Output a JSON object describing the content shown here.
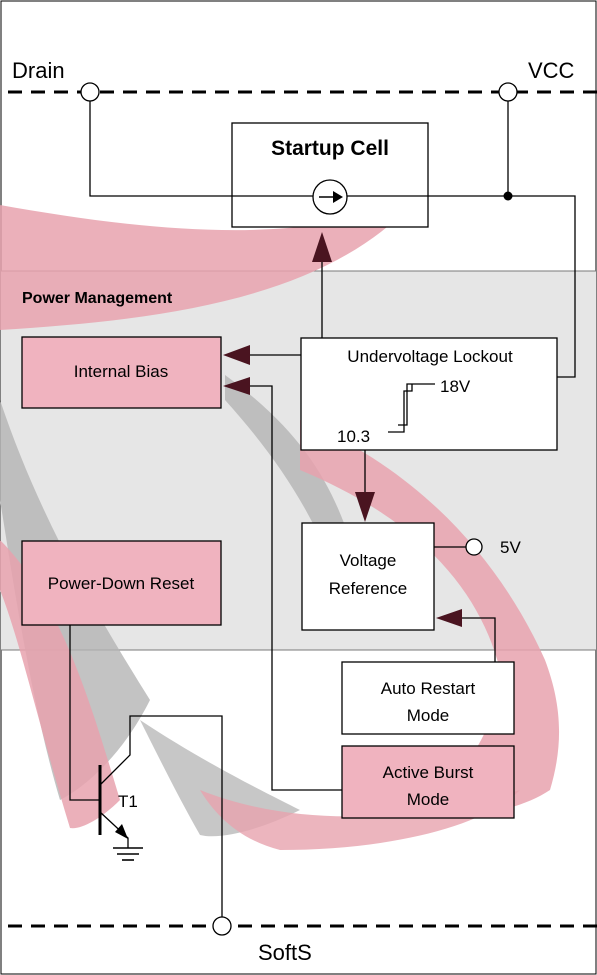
{
  "pins": {
    "drain": "Drain",
    "vcc": "VCC",
    "softs": "SoftS"
  },
  "section": {
    "title": "Power Management"
  },
  "blocks": {
    "startup_cell": "Startup Cell",
    "internal_bias": "Internal Bias",
    "uvlo": "Undervoltage Lockout",
    "uvlo_high": "18V",
    "uvlo_low": "10.3",
    "vref_line1": "Voltage",
    "vref_line2": "Reference",
    "vref_out": "5V",
    "pd_reset": "Power-Down Reset",
    "auto_restart_line1": "Auto Restart",
    "auto_restart_line2": "Mode",
    "burst_line1": "Active Burst",
    "burst_line2": "Mode",
    "transistor": "T1"
  },
  "colors": {
    "shade": "#e6e6e6",
    "pink": "#f0b3bf",
    "pink_swoosh": "#e7a2ae",
    "gray_swoosh": "#b4b4b4",
    "arrow_head": "#4a1420"
  }
}
